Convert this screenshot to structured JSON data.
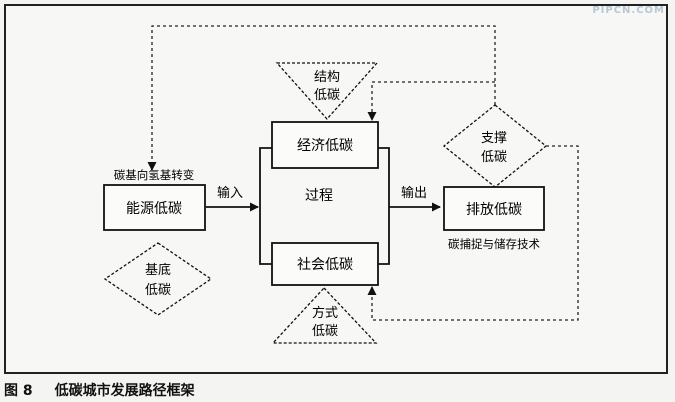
{
  "watermark": "PIPCN.COM",
  "caption": {
    "figure_number": "图 8",
    "title": "低碳城市发展路径框架"
  },
  "nodes": {
    "energy": "能源低碳",
    "energy_label": "碳基向氢基转变",
    "base": [
      "基底",
      "低碳"
    ],
    "structure": [
      "结构",
      "低碳"
    ],
    "economy": "经济低碳",
    "process": "过程",
    "society": "社会低碳",
    "mode": [
      "方式",
      "低碳"
    ],
    "support": [
      "支撑",
      "低碳"
    ],
    "emission": "排放低碳",
    "emission_label": "碳捕捉与储存技术"
  },
  "edges": {
    "input": "输入",
    "output": "输出"
  }
}
